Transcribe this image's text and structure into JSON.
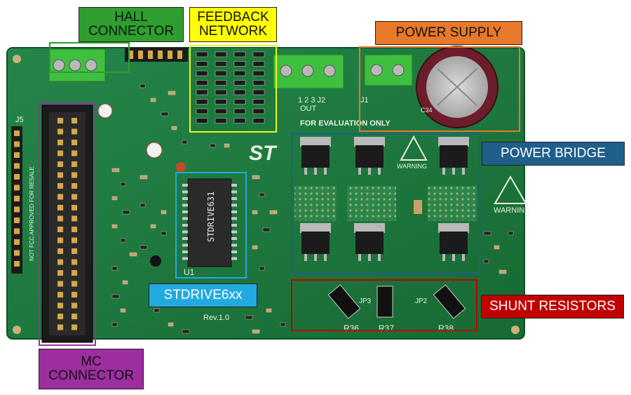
{
  "callouts": {
    "hall_connector": {
      "text": "HALL\nCONNECTOR",
      "bg": "#2e9e2e",
      "fg": "#111111"
    },
    "feedback_network": {
      "text": "FEEDBACK\nNETWORK",
      "bg": "#ffff00",
      "fg": "#111111"
    },
    "power_supply": {
      "text": "POWER SUPPLY",
      "bg": "#e8782a",
      "fg": "#111111"
    },
    "power_bridge": {
      "text": "POWER BRIDGE",
      "bg": "#1f5f8b",
      "fg": "#ffffff"
    },
    "stdrive": {
      "text": "STDRIVE6xx",
      "bg": "#22a9e0",
      "fg": "#ffffff"
    },
    "shunt_resistors": {
      "text": "SHUNT RESISTORS",
      "bg": "#c00000",
      "fg": "#ffffff"
    },
    "mc_connector": {
      "text": "MC\nCONNECTOR",
      "bg": "#9c2ea0",
      "fg": "#111111"
    }
  },
  "board_text": {
    "eval_only": "FOR EVALUATION ONLY",
    "chip_marking": "STDRIVE631",
    "chip_ref": "U1",
    "out_label": "1 2 3   J2",
    "out_word": "OUT",
    "j1": "J1",
    "warning": "WARNING",
    "revision": "Rev.1.0",
    "cap_ref": "C34",
    "brand": "ST",
    "fcc_note": "NOT FCC APPROVED FOR RESALE",
    "j5": "J5",
    "shunt_refs": [
      "R36",
      "R37",
      "R38"
    ],
    "jumpers": [
      "JP3",
      "JP2"
    ]
  },
  "colors": {
    "pcb": "#1f7a3a",
    "pcb_dark": "#145a2a",
    "terminal": "#3fbf3f",
    "header_black": "#1b1b1b"
  }
}
